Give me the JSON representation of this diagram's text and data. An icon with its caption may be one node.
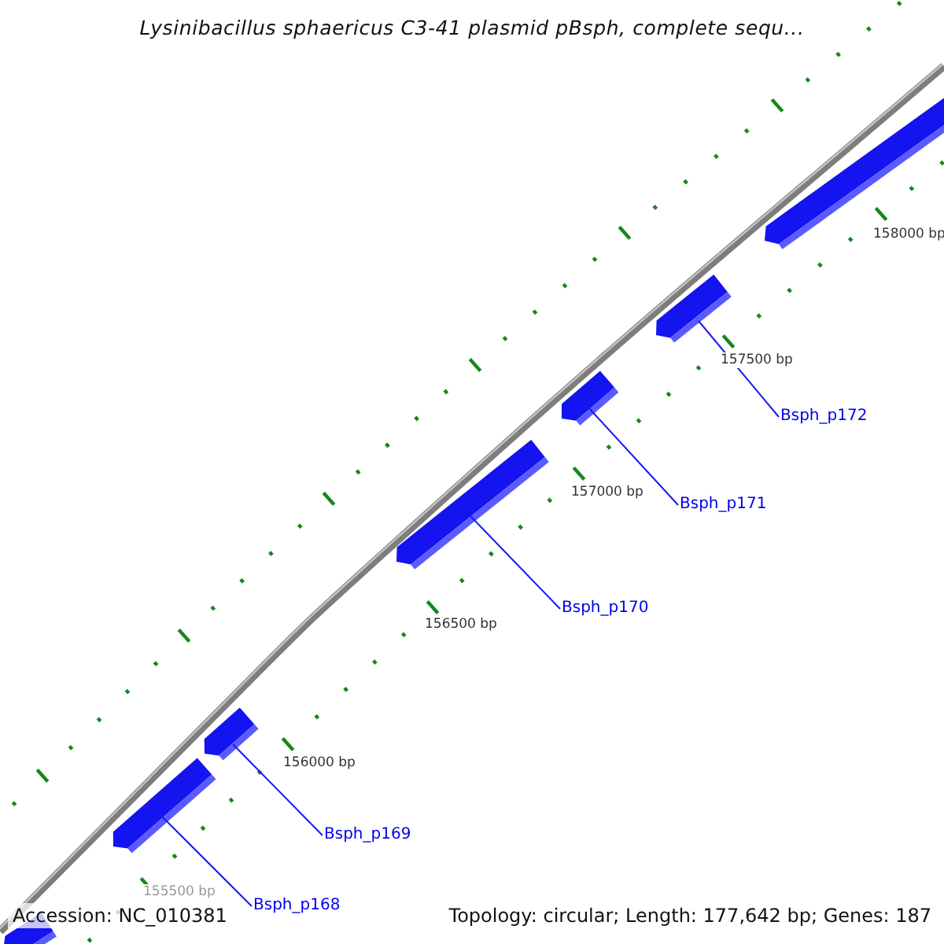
{
  "diagram": {
    "title": "Lysinibacillus sphaericus C3-41 plasmid pBsph, complete sequ...",
    "nodes": [
      {
        "text": [],
        "shape": "bar"
      },
      {
        "text": [],
        "shape": "bar"
      },
      {
        "text": [],
        "shape": "bar"
      },
      {
        "text": [],
        "shape": "bar"
      },
      {
        "text": [],
        "shape": "bar"
      },
      {
        "text": [],
        "shape": "bar"
      },
      {
        "text": [],
        "shape": "bar"
      },
      {
        "text": [
          "Bsph_p172"
        ]
      },
      {
        "text": [
          "Bsph_p171"
        ]
      },
      {
        "text": [
          "Bsph_p170"
        ]
      },
      {
        "text": [
          "Bsph_p169"
        ]
      },
      {
        "text": [
          "Bsph_p168"
        ]
      }
    ],
    "edges": [
      {
        "from": 7,
        "to": 1,
        "arrow": "none"
      },
      {
        "from": 8,
        "to": 2,
        "arrow": "none"
      },
      {
        "from": 9,
        "to": 3,
        "arrow": "none"
      },
      {
        "from": 10,
        "to": 4,
        "arrow": "none"
      },
      {
        "from": 11,
        "to": 5,
        "arrow": "none"
      }
    ],
    "labels": [
      "158000 bp",
      "157500 bp",
      "157000 bp",
      "156500 bp",
      "156000 bp",
      "155500 bp",
      "Accession: NC_010381",
      "Topology: circular; Length: 177,642 bp; Genes: 187"
    ]
  }
}
